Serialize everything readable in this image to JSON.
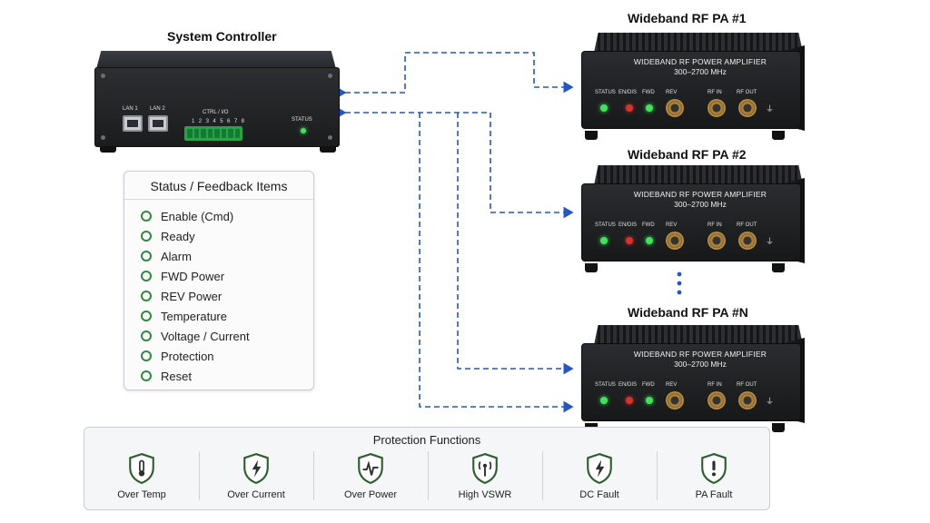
{
  "controller": {
    "title": "System Controller",
    "lan1": "LAN 1",
    "lan2": "LAN 2",
    "ctrl_io": "CTRL / I/O",
    "pins": "1 2 3 4 5 6 7 8",
    "status_label": "STATUS"
  },
  "amplifiers": [
    {
      "title": "Wideband RF PA #1"
    },
    {
      "title": "Wideband RF PA #2"
    },
    {
      "title": "Wideband RF PA #N"
    }
  ],
  "amp_panel": {
    "name": "WIDEBAND RF POWER AMPLIFIER",
    "freq": "300–2700 MHz",
    "status": "STATUS",
    "endis": "EN/DIS",
    "fwd": "FWD",
    "rev": "REV",
    "rfin": "RF IN",
    "rfout": "RF OUT",
    "ground": "⏚"
  },
  "status_box": {
    "title": "Status / Feedback Items",
    "items": [
      "Enable (Cmd)",
      "Ready",
      "Alarm",
      "FWD Power",
      "REV Power",
      "Temperature",
      "Voltage / Current",
      "Protection",
      "Reset"
    ]
  },
  "protection": {
    "title": "Protection Functions",
    "items": [
      {
        "label": "Over Temp",
        "icon": "thermometer-shield-icon"
      },
      {
        "label": "Over Current",
        "icon": "bolt-shield-icon"
      },
      {
        "label": "Over Power",
        "icon": "pulse-shield-icon"
      },
      {
        "label": "High VSWR",
        "icon": "antenna-shield-icon"
      },
      {
        "label": "DC Fault",
        "icon": "bolt-shield-icon"
      },
      {
        "label": "PA Fault",
        "icon": "exclamation-shield-icon"
      }
    ]
  },
  "colors": {
    "link": "#2457c5",
    "led_green": "#3fe45a",
    "led_red": "#d8322b",
    "accent_green": "#2e8b3b"
  }
}
